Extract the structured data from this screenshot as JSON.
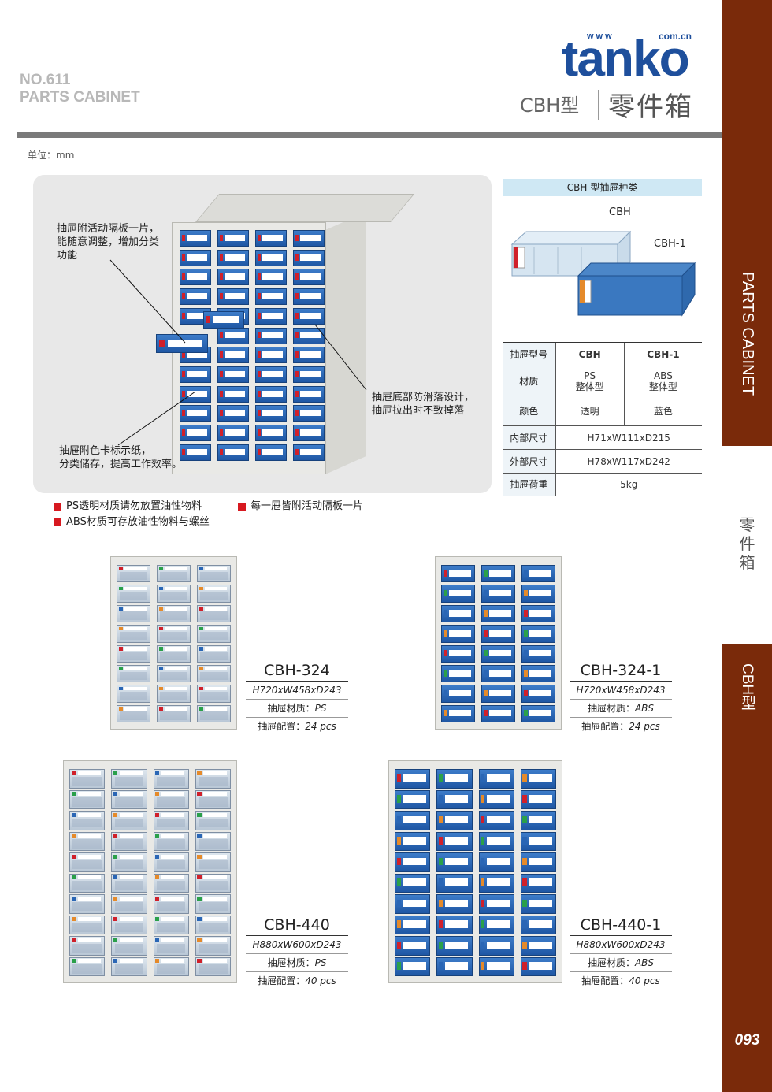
{
  "header": {
    "no": "NO.611",
    "series": "PARTS CABINET",
    "logo": "tanko",
    "logo_www": "www",
    "logo_com": "com.cn",
    "title_model": "CBH型",
    "title_zh": "零件箱"
  },
  "unit": "单位：mm",
  "callouts": {
    "divider": [
      "抽屉附活动隔板一片，",
      "能随意调整，增加分类",
      "功能"
    ],
    "antislip": [
      "抽屉底部防滑落设计，",
      "抽屉拉出时不致掉落"
    ],
    "label": [
      "抽屉附色卡标示纸，",
      "分类储存，提高工作效率。"
    ]
  },
  "bullets": [
    "PS透明材质请勿放置油性物料",
    "每一屉皆附活动隔板一片",
    "ABS材质可存放油性物料与螺丝"
  ],
  "drawer_types": {
    "title": "CBH 型抽屉种类",
    "label_cbh": "CBH",
    "label_cbh1": "CBH-1"
  },
  "spec": {
    "header": {
      "key": "抽屉型号",
      "a": "CBH",
      "b": "CBH-1"
    },
    "material": {
      "key": "材质",
      "a1": "PS",
      "a2": "整体型",
      "b1": "ABS",
      "b2": "整体型"
    },
    "color": {
      "key": "颜色",
      "a": "透明",
      "b": "蓝色"
    },
    "inner": {
      "key": "内部尺寸",
      "v": "H71xW111xD215"
    },
    "outer": {
      "key": "外部尺寸",
      "v": "H78xW117xD242"
    },
    "load": {
      "key": "抽屉荷重",
      "v": "5kg"
    }
  },
  "products": [
    {
      "name": "CBH-324",
      "size": "H720xW458xD243",
      "mat_label": "抽屉材质：",
      "mat": "PS",
      "cfg_label": "抽屉配置：",
      "cfg": "24 pcs"
    },
    {
      "name": "CBH-324-1",
      "size": "H720xW458xD243",
      "mat_label": "抽屉材质：",
      "mat": "ABS",
      "cfg_label": "抽屉配置：",
      "cfg": "24 pcs"
    },
    {
      "name": "CBH-440",
      "size": "H880xW600xD243",
      "mat_label": "抽屉材质：",
      "mat": "PS",
      "cfg_label": "抽屉配置：",
      "cfg": "40 pcs"
    },
    {
      "name": "CBH-440-1",
      "size": "H880xW600xD243",
      "mat_label": "抽屉材质：",
      "mat": "ABS",
      "cfg_label": "抽屉配置：",
      "cfg": "40 pcs"
    }
  ],
  "sidebar": {
    "en": "PARTS CABINET",
    "zh": [
      "零",
      "件",
      "箱"
    ],
    "model": "CBH型",
    "page": "093"
  },
  "colors": {
    "brand": "#1e4f9c",
    "sidebar": "#7a2a0a",
    "bullet": "#d71920",
    "drawer_blue": "#2a66b5"
  }
}
